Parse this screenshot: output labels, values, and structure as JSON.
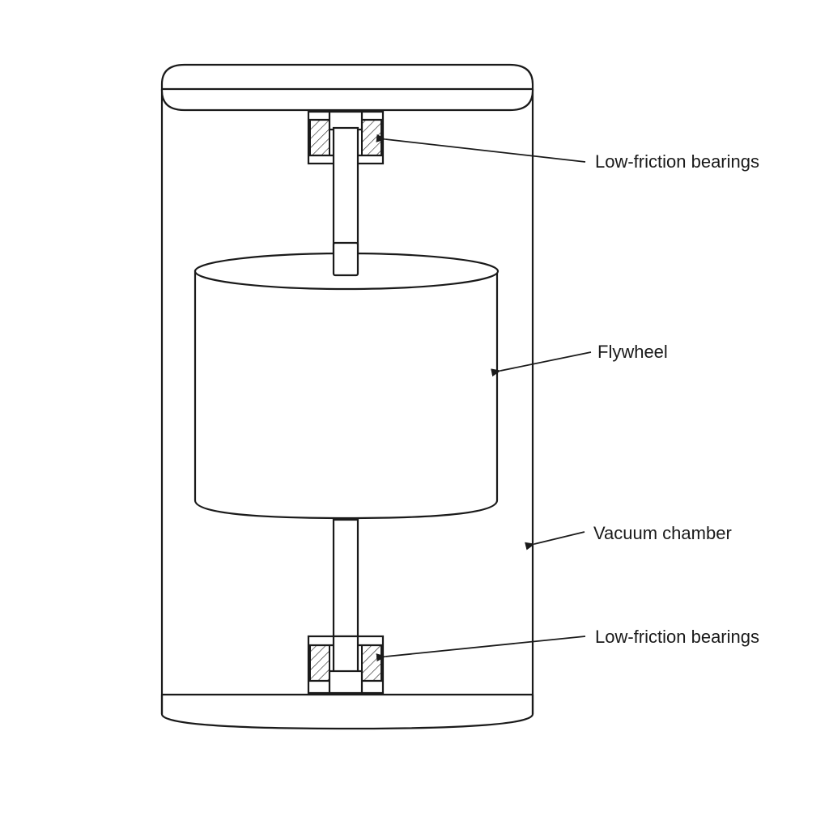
{
  "labels": {
    "top_bearings": "Low-friction bearings",
    "flywheel": "Flywheel",
    "vacuum_chamber": "Vacuum chamber",
    "bottom_bearings": "Low-friction bearings"
  },
  "colors": {
    "stroke": "#1a1a1a",
    "background": "#ffffff"
  }
}
